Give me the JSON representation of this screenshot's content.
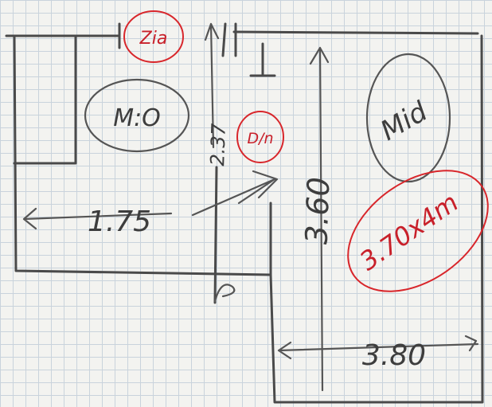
{
  "rooms": {
    "top_left_label": "M:O",
    "top_left_tag": "Zia",
    "right_label": "Mid",
    "right_size": "3.70x4m",
    "stair_tag": "D/n"
  },
  "dimensions": {
    "left_width": "1.75",
    "hall_height": "2.37",
    "right_height": "3.60",
    "bottom_width": "3.80"
  },
  "colors": {
    "pencil": "#4a4a4a",
    "red_pen": "#d8262b",
    "grid": "#c9d3dc"
  }
}
